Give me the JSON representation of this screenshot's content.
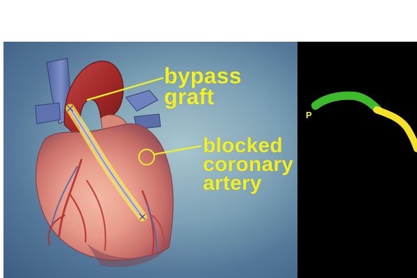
{
  "labels": {
    "bypass_graft": [
      "bypass",
      "graft"
    ],
    "blocked_artery": [
      "blocked",
      "coronary",
      "artery"
    ],
    "angiogram_marker": "P"
  },
  "colors": {
    "label_yellow": "#f1ef2a",
    "graft_green": "#3dbb2d",
    "vessel_yellow": "#f3e12a",
    "panel_black": "#000000",
    "background_blue": "#7fa3b6"
  }
}
